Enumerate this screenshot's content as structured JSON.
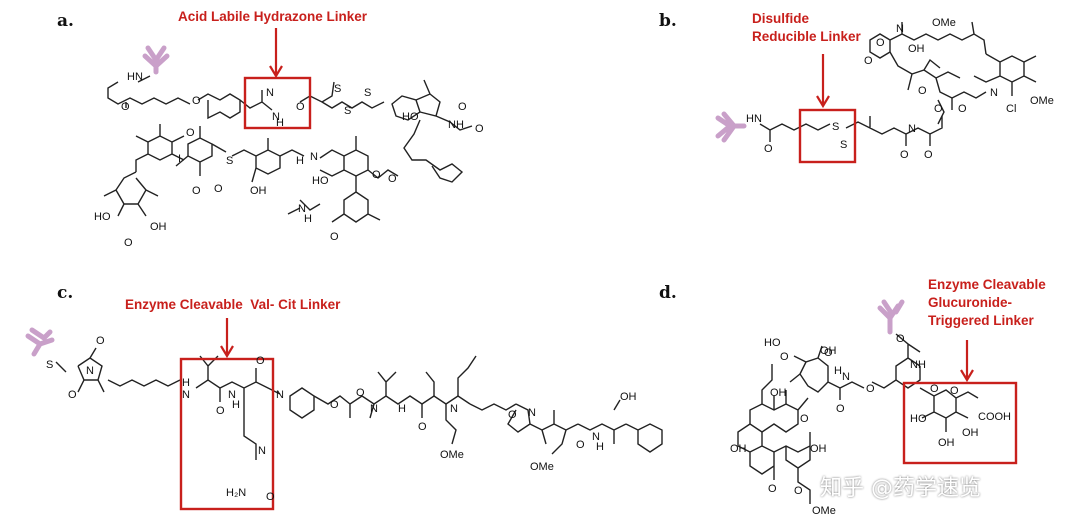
{
  "panels": [
    {
      "letter": "a.",
      "label": "Acid Labile Hydrazone Linker"
    },
    {
      "letter": "b.",
      "label": "Disulfide\nReducible Linker"
    },
    {
      "letter": "c.",
      "label": "Enzyme Cleavable  Val- Cit Linker"
    },
    {
      "letter": "d.",
      "label": "Enzyme Cleavable\nGlucuronide-\nTriggered Linker"
    }
  ],
  "atoms": {
    "hn": "HN",
    "n": "N",
    "nh": "NH",
    "h": "H",
    "s": "S",
    "o": "O",
    "i": "I",
    "ho": "HO",
    "oh": "OH",
    "ome": "OMe",
    "cl": "Cl",
    "cooh": "COOH",
    "h2n": "H₂N",
    "n_hn": "N",
    "hno": "N"
  },
  "watermark": "知乎 @药学速览",
  "colors": {
    "highlight": "#c8201c",
    "antibody": "#c9a0c9"
  },
  "icons": {
    "antibody": "antibody-icon"
  }
}
